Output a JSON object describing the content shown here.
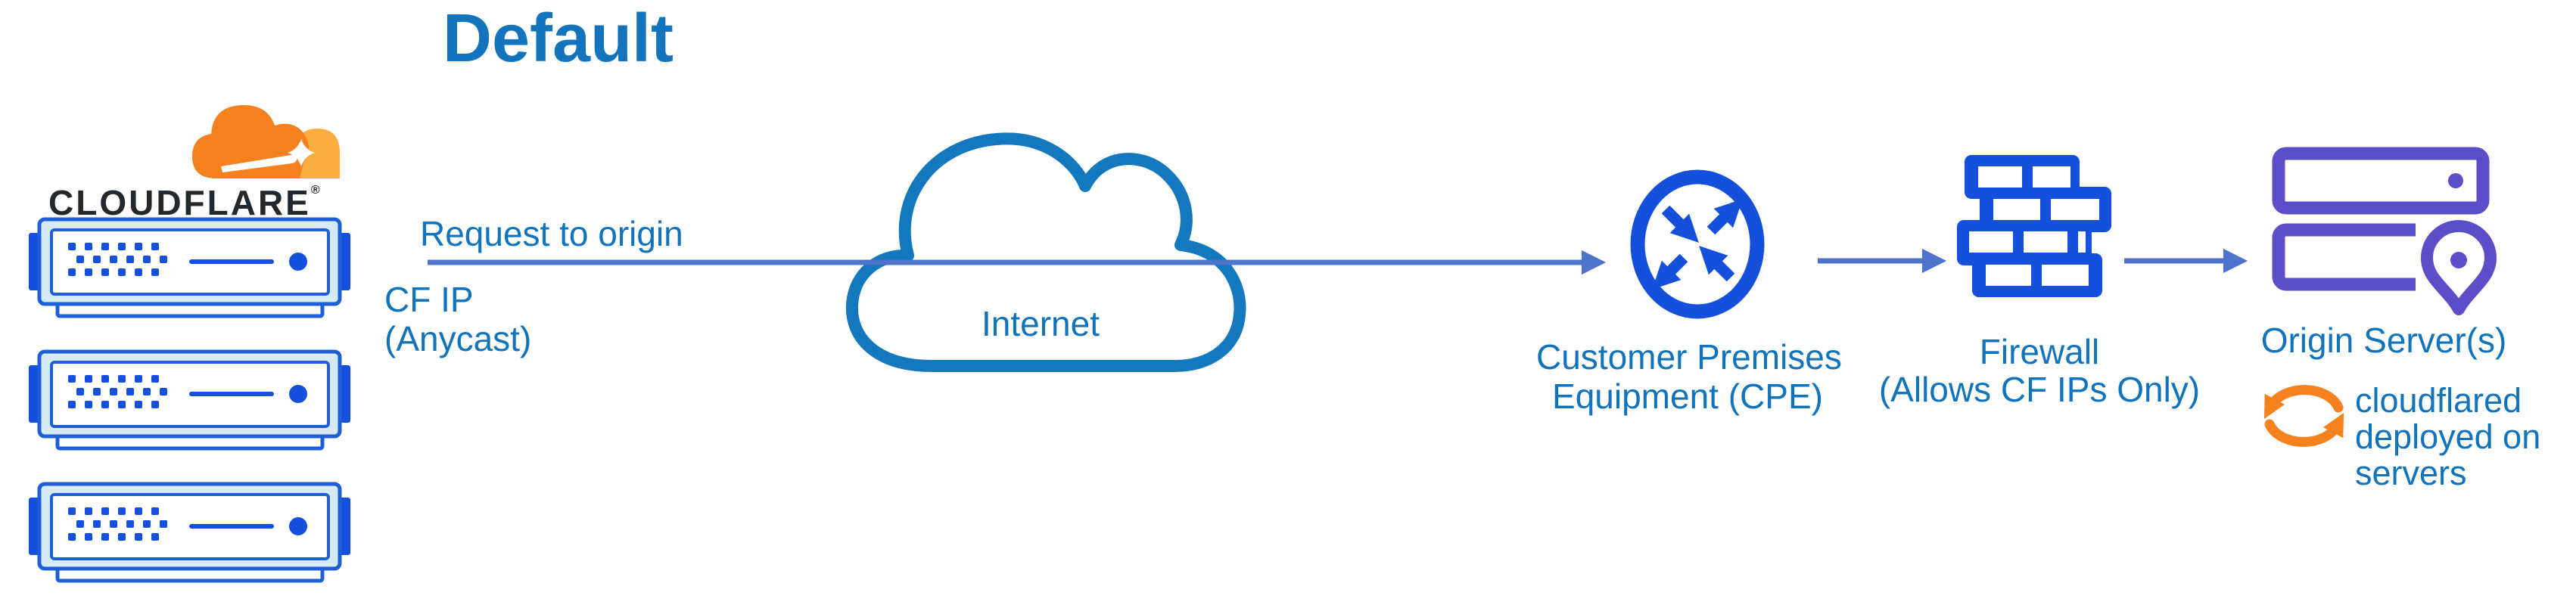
{
  "title": "Default",
  "colors": {
    "title_blue": "#1373BD",
    "label_blue": "#1173BC",
    "icon_blue": "#1450DC",
    "server_border": "#1E5FD8",
    "server_fill": "#D7EBF4",
    "cloud_blue": "#1378BE",
    "arrow_blue": "#4E73CB",
    "purple": "#5B4EC8",
    "orange": "#F48120",
    "orange_light": "#FBAD41",
    "sync_orange": "#F6821F",
    "wordmark_black": "#23282D"
  },
  "cloudflare": {
    "wordmark": "CLOUDFLARE",
    "registered": "®"
  },
  "request": {
    "label": "Request to origin",
    "ip_line1": "CF IP",
    "ip_line2": "(Anycast)"
  },
  "internet": {
    "label": "Internet"
  },
  "cpe": {
    "line1": "Customer Premises",
    "line2": "Equipment (CPE)"
  },
  "firewall": {
    "line1": "Firewall",
    "line2": "(Allows CF IPs Only)"
  },
  "origin": {
    "label": "Origin Server(s)",
    "note1": "cloudflared",
    "note2": "deployed on",
    "note3": "servers"
  }
}
